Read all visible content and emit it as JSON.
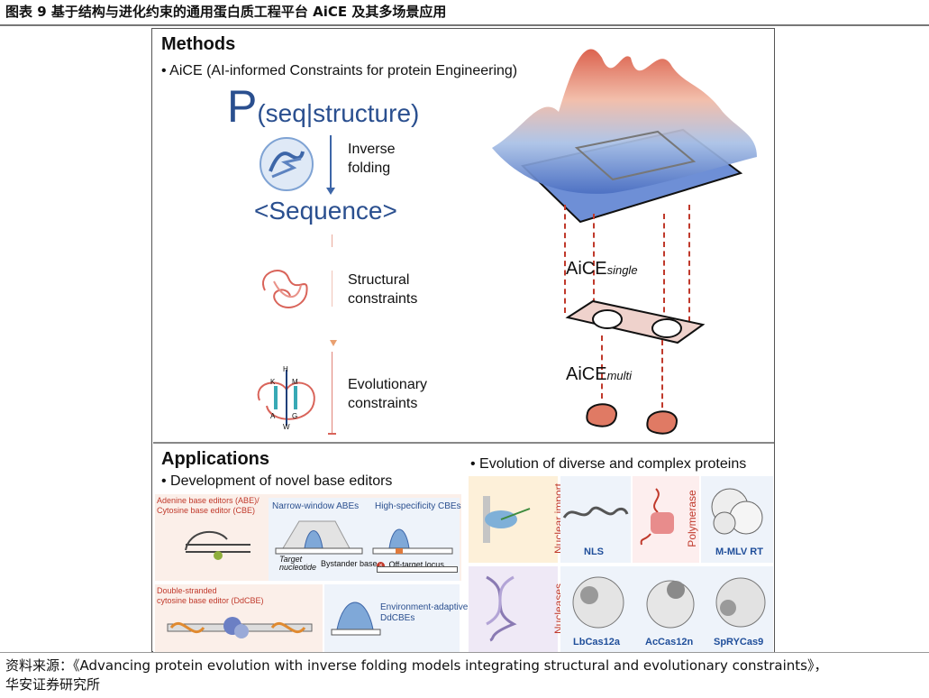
{
  "caption": "图表 9 基于结构与进化约束的通用蛋白质工程平台 AiCE 及其多场景应用",
  "methods": {
    "heading": "Methods",
    "subtitle_bullet": "•",
    "subtitle": "AiCE (AI-informed Constraints for protein Engineering)",
    "p_big": "P",
    "p_rest": "(seq|structure)",
    "inverse_folding_1": "Inverse",
    "inverse_folding_2": "folding",
    "sequence": "<Sequence>",
    "structural_1": "Structural",
    "structural_2": "constraints",
    "evolutionary_1": "Evolutionary",
    "evolutionary_2": "constraints",
    "aice_single_main": "AiCE",
    "aice_single_sub": "single",
    "aice_multi_main": "AiCE",
    "aice_multi_sub": "multi",
    "node_h": "H",
    "node_k": "K",
    "node_m": "M",
    "node_a": "A",
    "node_g": "G",
    "node_w": "W"
  },
  "applications": {
    "heading": "Applications",
    "left_title": "• Development of novel base editors",
    "right_title": "• Evolution of diverse and complex proteins",
    "abe_cbe_1": "Adenine base editors (ABE)/",
    "abe_cbe_2": "Cytosine base editor (CBE)",
    "narrow": "Narrow-window ABEs",
    "highspec": "High-specificity CBEs",
    "target_1": "Target",
    "target_2": "nucleotide",
    "bystander": "Bystander base",
    "offtarget": "Off-target locus",
    "ddcbe_1": "Double-stranded",
    "ddcbe_2": "cytosine base editor (DdCBE)",
    "env_1": "Environment-adaptive",
    "env_2": "DdCBEs",
    "nuclear_import": "Nuclear import",
    "nls": "NLS",
    "polymerase": "Polymerase",
    "mmlv": "M-MLV RT",
    "nucleases": "Nucleases",
    "lbcas": "LbCas12a",
    "accas": "AcCas12n",
    "spry": "SpRYCas9"
  },
  "source_line1": "资料来源：《Advancing protein evolution with inverse folding models integrating structural and evolutionary constraints》，",
  "source_line2": "华安证券研究所"
}
